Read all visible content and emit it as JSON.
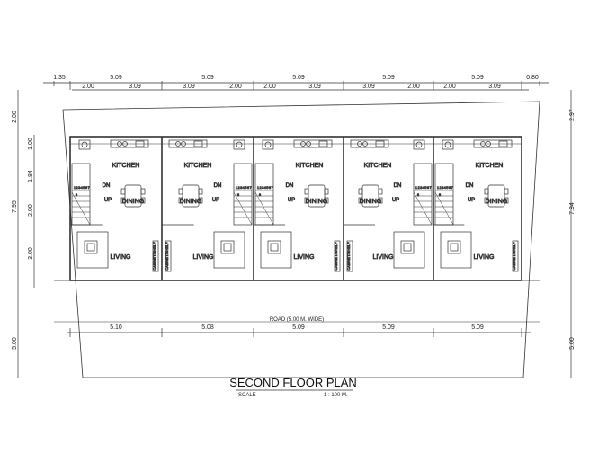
{
  "title": "SECOND FLOOR PLAN",
  "scale_label": "SCALE",
  "scale_value": "1 : 100 M.",
  "road_label": "ROAD (5.00 M. WIDE)",
  "rooms": {
    "kitchen": "KITCHEN",
    "dining": "DINING",
    "living": "LIVING",
    "stair_up": "UP",
    "stair_dn": "DN",
    "cabinet": "CABINET/SHELF"
  },
  "dims": {
    "top_corner_left": "1.35",
    "top_corner_right": "0.80",
    "top_units": [
      "5.09",
      "5.09",
      "5.09",
      "5.09",
      "5.09",
      "5.09"
    ],
    "top_sub": [
      "2.00",
      "3.09",
      "3.09",
      "2.00",
      "2.00",
      "3.09",
      "3.09",
      "2.00",
      "2.00",
      "3.09"
    ],
    "bottom_units": [
      "5.10",
      "5.08",
      "5.09",
      "5.09",
      "5.09"
    ],
    "left": [
      "2.00",
      "1.00",
      "1.84",
      "2.00",
      "3.00",
      "7.95",
      "5.00"
    ],
    "right": [
      "2.97",
      "7.94",
      "5.00"
    ]
  },
  "stair_steps": [
    "1",
    "2",
    "3",
    "4",
    "5",
    "6",
    "7",
    "8",
    "9",
    "10",
    "11",
    "12",
    "13",
    "14"
  ]
}
